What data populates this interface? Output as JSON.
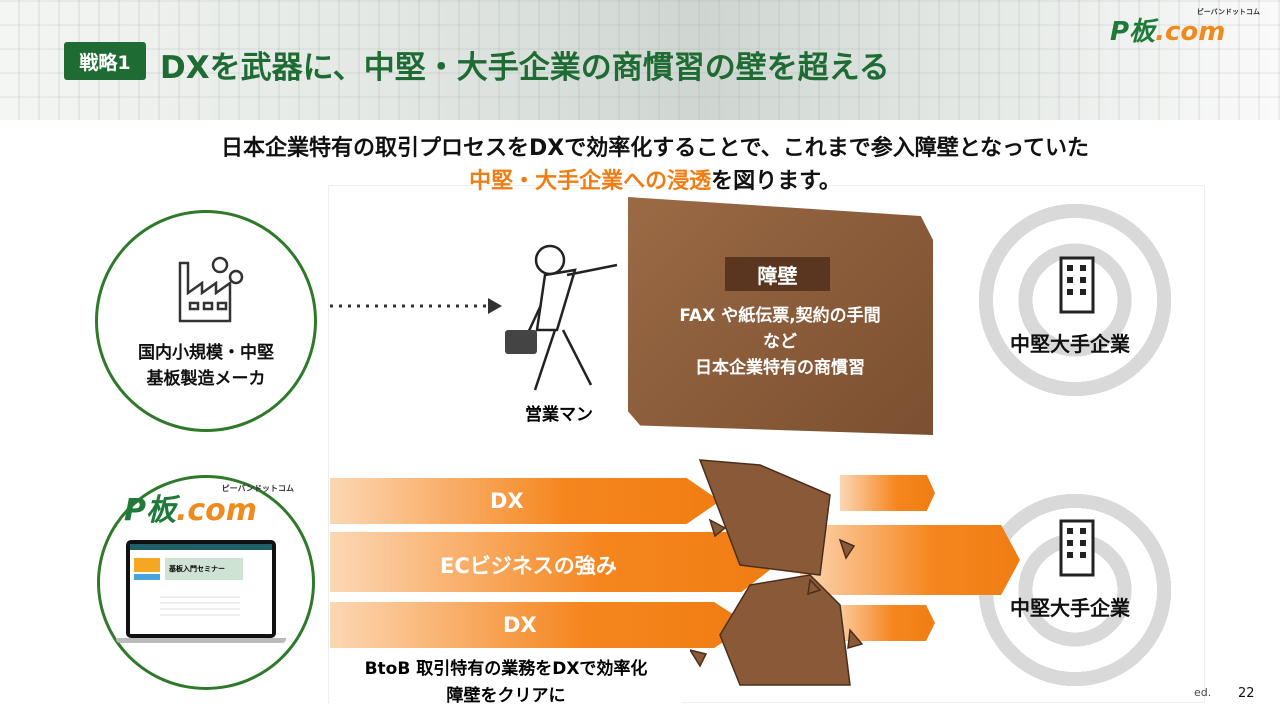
{
  "header": {
    "badge": "戦略1",
    "title": "DXを武器に、中堅・大手企業の商慣習の壁を超える",
    "logo_main": "P板",
    "logo_dot": ".com",
    "logo_kana": "ピーバンドットコム"
  },
  "subtitle": {
    "line1": "日本企業特有の取引プロセスをDXで効率化することで、これまで参入障壁となっていた",
    "line2_highlight": "中堅・大手企業への浸透",
    "line2_rest": "を図ります。",
    "highlight_color": "#f07d12"
  },
  "left": {
    "maker_label_1": "国内小規模・中堅",
    "maker_label_2": "基板製造メーカ",
    "pcb_logo_main": "P板",
    "pcb_logo_dot": ".com",
    "pcb_logo_kana": "ピーバンドットコム",
    "screen_banner": "基板入門セミナー"
  },
  "top_scene": {
    "salesman": "営業マン",
    "wall_title": "障壁",
    "wall_line1": "FAX や紙伝票,契約の手間",
    "wall_line2": "など",
    "wall_line3": "日本企業特有の商慣習",
    "target": "中堅大手企業"
  },
  "bottom_scene": {
    "arrow1": "DX",
    "arrow2": "ECビジネスの強み",
    "arrow3": "DX",
    "target": "中堅大手企業",
    "caption1": "BtoB 取引特有の業務をDXで効率化",
    "caption2": "障壁をクリアに"
  },
  "footer": {
    "copyright_fragment": "ed.",
    "page": "22"
  }
}
